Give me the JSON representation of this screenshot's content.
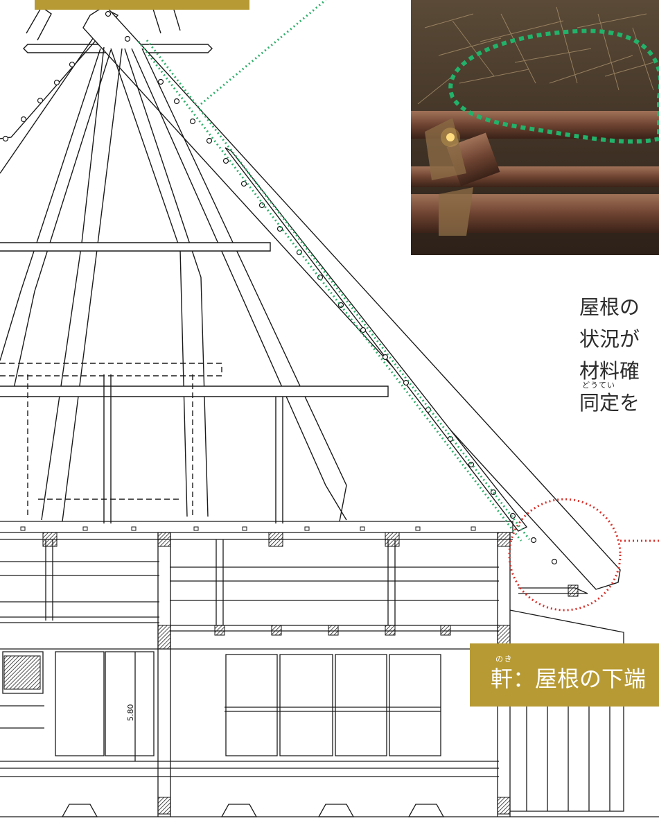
{
  "top_label": {
    "text": ""
  },
  "caption": {
    "lines": [
      "屋根の",
      "状況が",
      "材料確",
      "同定を"
    ],
    "ruby": "どうてい"
  },
  "eave_label": {
    "ruby": "のき",
    "text": "軒：屋根の下端"
  },
  "dimension_mark": "5.80",
  "colors": {
    "gold": "#b79a33",
    "green_dotted": "#2fae6b",
    "red_dotted": "#d9302a",
    "line": "#1a1a1a"
  }
}
